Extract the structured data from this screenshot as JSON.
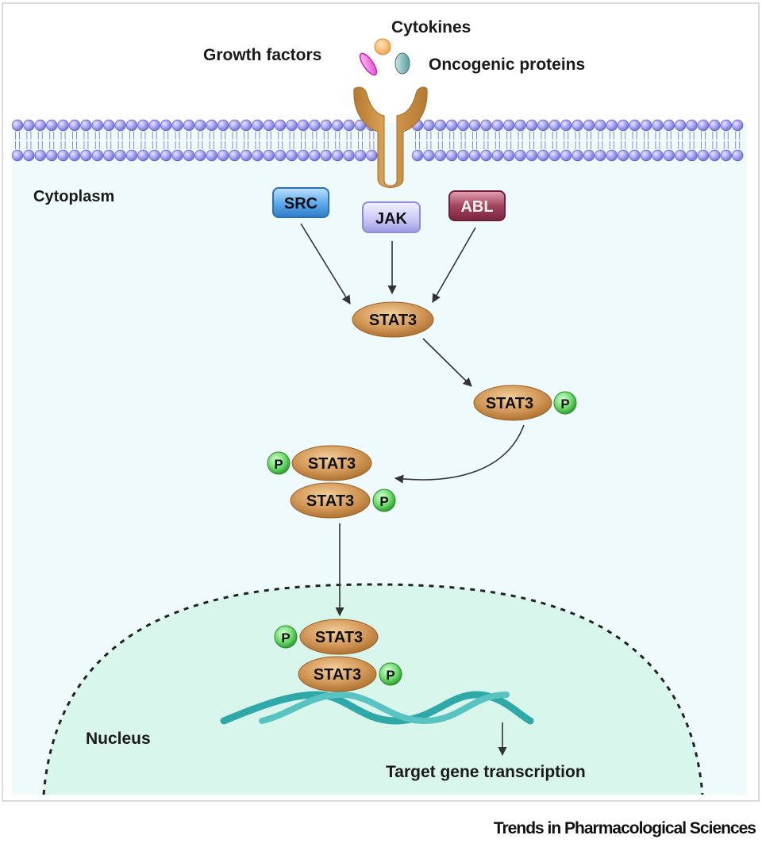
{
  "labels": {
    "cytokines": "Cytokines",
    "growth_factors": "Growth factors",
    "oncogenic_proteins": "Oncogenic proteins",
    "cytoplasm": "Cytoplasm",
    "nucleus": "Nucleus",
    "target_gene_transcription": "Target gene transcription"
  },
  "kinases": {
    "src": "SRC",
    "jak": "JAK",
    "abl": "ABL"
  },
  "stat": "STAT3",
  "phospho": "P",
  "footer": "Trends in Pharmacological Sciences",
  "colors": {
    "cytoplasm_bg": "#eefafc",
    "nucleus_bg": "#d8f6ec",
    "membrane_bead": "#9f9df0",
    "receptor": "#cc8e3d",
    "stat3": "#d49a5a",
    "phospho_green": "#6fdc6f",
    "src_blue": "#5aa7ec",
    "jak_lavender": "#c8c6f4",
    "abl_maroon": "#a3445e",
    "dna_teal": "#2fa9a8"
  }
}
